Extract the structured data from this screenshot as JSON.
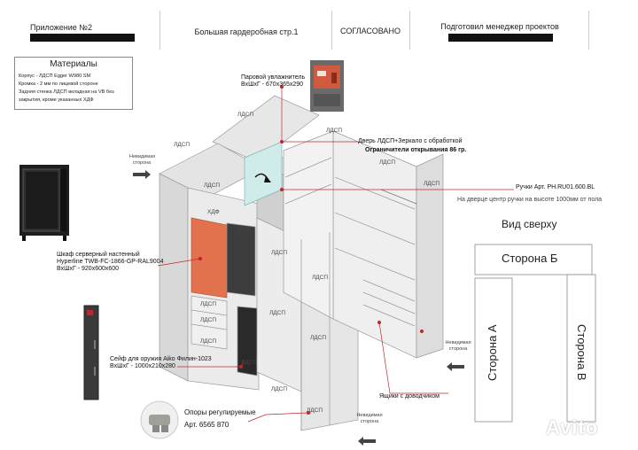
{
  "header": {
    "appendix": "Приложение №2",
    "title": "Большая гардеробная стр.1",
    "approved": "СОГЛАСОВАНО",
    "prepared": "Подготовил менеджер проектов"
  },
  "materials": {
    "title": "Материалы",
    "lines": [
      "Корпус - ЛДСП Egger W980 SM",
      "Кромка - 2 мм по лицевой стороне",
      "Задняя стенка ЛДСП вкладная на VB без",
      "закрытия, кроме указанных ХДФ"
    ]
  },
  "callouts": {
    "humidifier": "Паровой увлажнитель",
    "humidifier_dims": "ВхШхГ - 670х365х290",
    "door": "Дверь ЛДСП+Зеркало с обработкой",
    "door_limit": "Ограничители открывания 86 гр.",
    "handles": "Ручки Арт. PH.RU01.600.BL",
    "handles_note": "На дверце центр ручки на высоте 1000мм от пола",
    "cabinet": "Шкаф серверный настенный",
    "cabinet_model": "Hyperline TWB-FC-1866-GP-RAL9004",
    "cabinet_dims": "ВхШхГ - 920х600х600",
    "safe": "Сейф для оружия Aiko Филин-1023",
    "safe_dims": "ВхШхГ - 1000х210х280",
    "drawers": "Ящики с доводчиком",
    "supports": "Опоры регулируемые",
    "supports_art": "Арт. 6565 870"
  },
  "side_labels": {
    "invisible_side": "Невидимая сторона"
  },
  "panel_labels": {
    "ldsp": "ЛДСП",
    "hdf": "ХДФ"
  },
  "top_view": {
    "title": "Вид сверху",
    "side_b": "Сторона Б",
    "side_a": "Сторона А",
    "side_v": "Сторона В"
  },
  "watermark": "Avito",
  "colors": {
    "accent_red": "#c0272d",
    "orange_panel": "#e2714d",
    "glass_teal": "#cfeceb",
    "dark_panel": "#3d3d3d",
    "cabinet_grey": "#e6e6e6"
  }
}
